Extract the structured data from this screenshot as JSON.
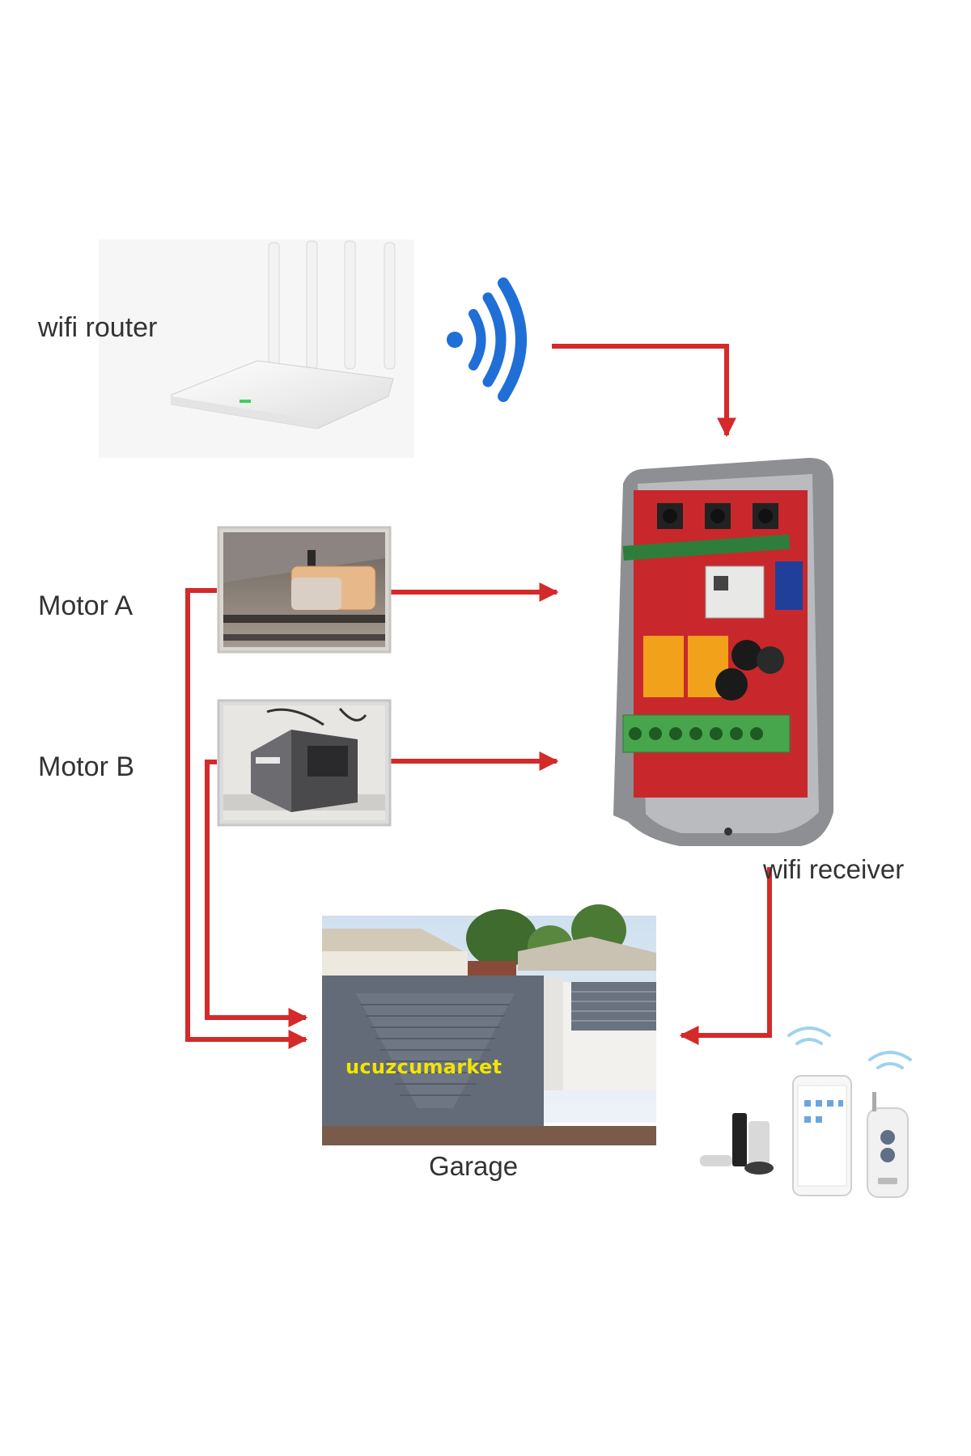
{
  "labels": {
    "router": "wifi router",
    "motor_a": "Motor A",
    "motor_b": "Motor B",
    "receiver": "wifi receiver",
    "garage": "Garage"
  },
  "watermark": "ucuzcumarket",
  "colors": {
    "arrow": "#d42a2a",
    "wifi_signal": "#1f6fd6",
    "board": "#c8282b",
    "enclosure": "#8d8f92",
    "gate": "#636b78"
  }
}
